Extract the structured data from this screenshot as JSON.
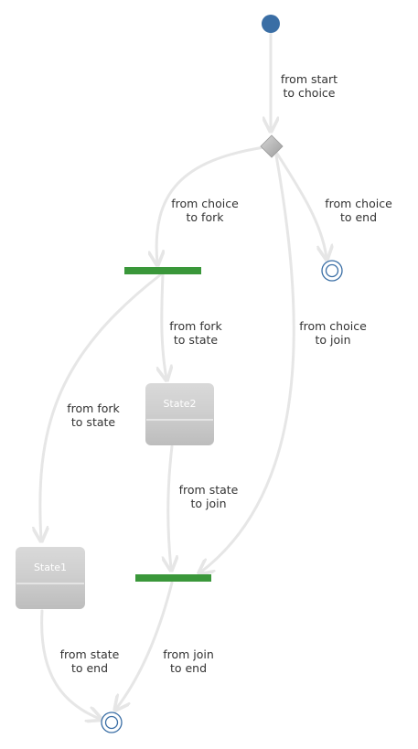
{
  "nodes": {
    "state1": {
      "label": "State1"
    },
    "state2": {
      "label": "State2"
    }
  },
  "edges": {
    "start_choice": [
      "from start",
      "to choice"
    ],
    "choice_fork": [
      "from choice",
      "to fork"
    ],
    "choice_end": [
      "from choice",
      "to end"
    ],
    "fork_state2": [
      "from fork",
      "to state"
    ],
    "choice_join": [
      "from choice",
      "to join"
    ],
    "fork_state1": [
      "from fork",
      "to state"
    ],
    "state2_join": [
      "from state",
      "to join"
    ],
    "state1_end": [
      "from state",
      "to end"
    ],
    "join_end": [
      "from join",
      "to end"
    ]
  },
  "colors": {
    "initial": "#3a6ea5",
    "bar": "#3a973a",
    "edge": "#e6e6e6",
    "final_ring": "#3a6ea5",
    "state_fill": "#c9c9c9",
    "label_text": "#333333"
  }
}
